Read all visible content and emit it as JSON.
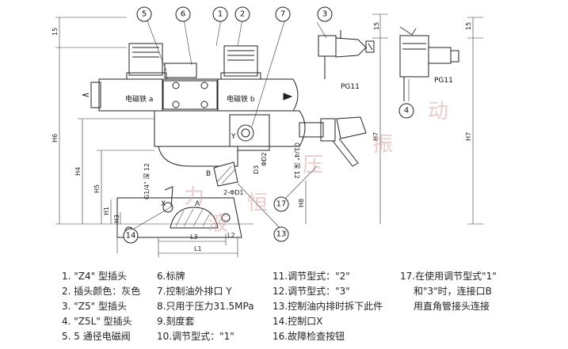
{
  "callouts": {
    "c5": "5",
    "c6": "6",
    "c1": "1",
    "c2": "2",
    "c7": "7",
    "c3": "3",
    "c4": "4",
    "c17": "17",
    "c13": "13",
    "c14": "14"
  },
  "labels": {
    "magnet_a": "电磁铁 a",
    "magnet_b": "电磁铁 b",
    "pg_top": "PG11",
    "pg_bottom": "PG11",
    "g14_deep12_right": "G1/4\" 深 12",
    "g14_deep12_left": "G1/4\" 深 12",
    "two_phi_d1": "2-ΦD1",
    "port_a": "A",
    "port_b": "B",
    "port_x": "X",
    "y_mark": "Y",
    "phi_d2": "ΦD2",
    "d3": "D3",
    "dim_15_left": "15",
    "dim_15_right": "15",
    "dim_15_far": "15",
    "dim_h6": "H6",
    "dim_h4": "H4",
    "dim_h5": "H5",
    "dim_h1": "H1",
    "dim_h3": "H3",
    "dim_h8": "H8",
    "dim_h7_mid": "H7",
    "dim_h7_far": "H7",
    "dim_l1": "L1",
    "dim_l2": "L2",
    "dim_l3": "L3"
  },
  "watermark": [
    "力",
    "恒",
    "液",
    "压",
    "振",
    "动"
  ],
  "legend": {
    "col1": [
      "1. \"Z4\" 型插头",
      "2. 插头颜色：灰色",
      "3. \"Z5\" 型插头",
      "4. \"Z5L\" 型插头",
      "5. 5 通径电磁阀"
    ],
    "col2": [
      "6.标牌",
      "7.控制油外排口 Y",
      "8.只用于压力31.5MPa",
      "9.刻度套",
      "10.调节型式：\"1\""
    ],
    "col3": [
      "11.调节型式：\"2\"",
      "12.调节型式：\"3\"",
      "13.控制油内排时拆下此件",
      "14.控制口X",
      "16.故障检查按钮"
    ],
    "col4": [
      "17.在使用调节型式\"1\"",
      "和\"3\"时，连接口B",
      "用直角管接头连接"
    ]
  }
}
